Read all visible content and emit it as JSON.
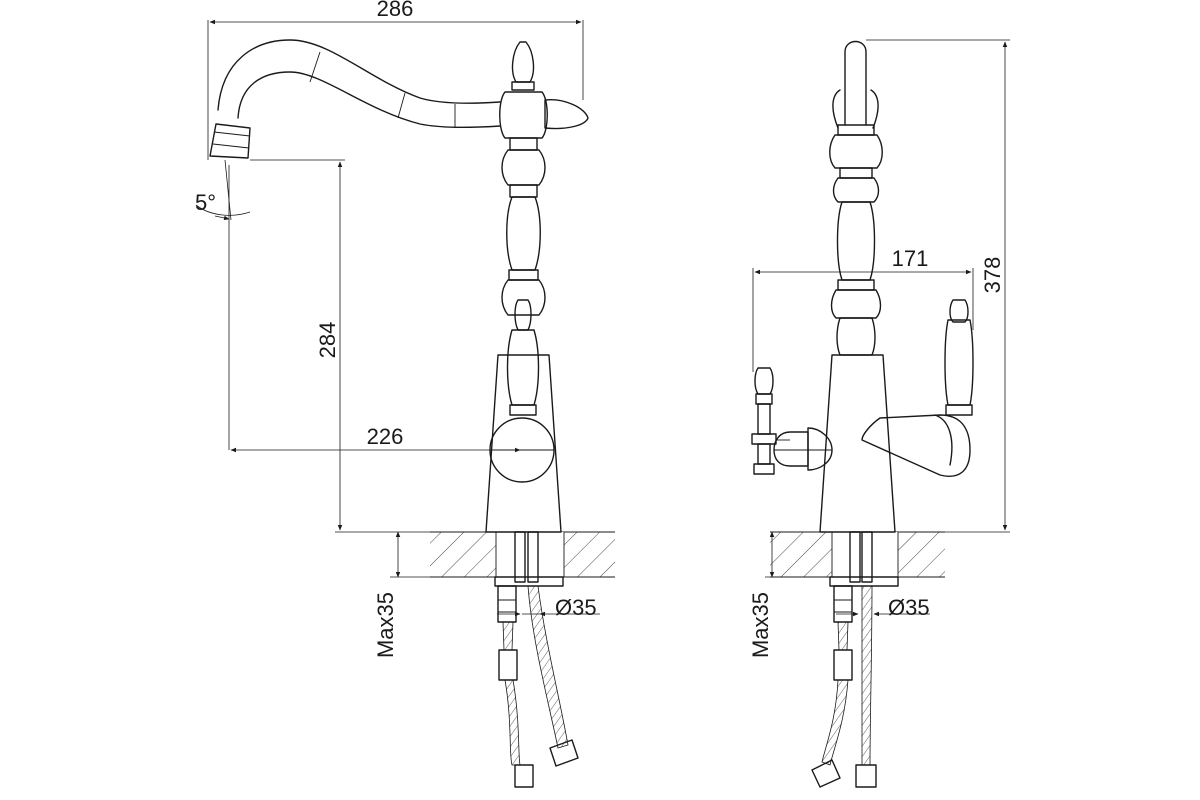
{
  "dimensions": {
    "overall_width": "286",
    "spout_angle": "5°",
    "outlet_height": "284",
    "spout_reach": "226",
    "handle_span": "171",
    "total_height": "378",
    "counter_thickness_left": "Max35",
    "hole_diameter_left": "Ø35",
    "counter_thickness_right": "Max35",
    "hole_diameter_right": "Ø35"
  }
}
